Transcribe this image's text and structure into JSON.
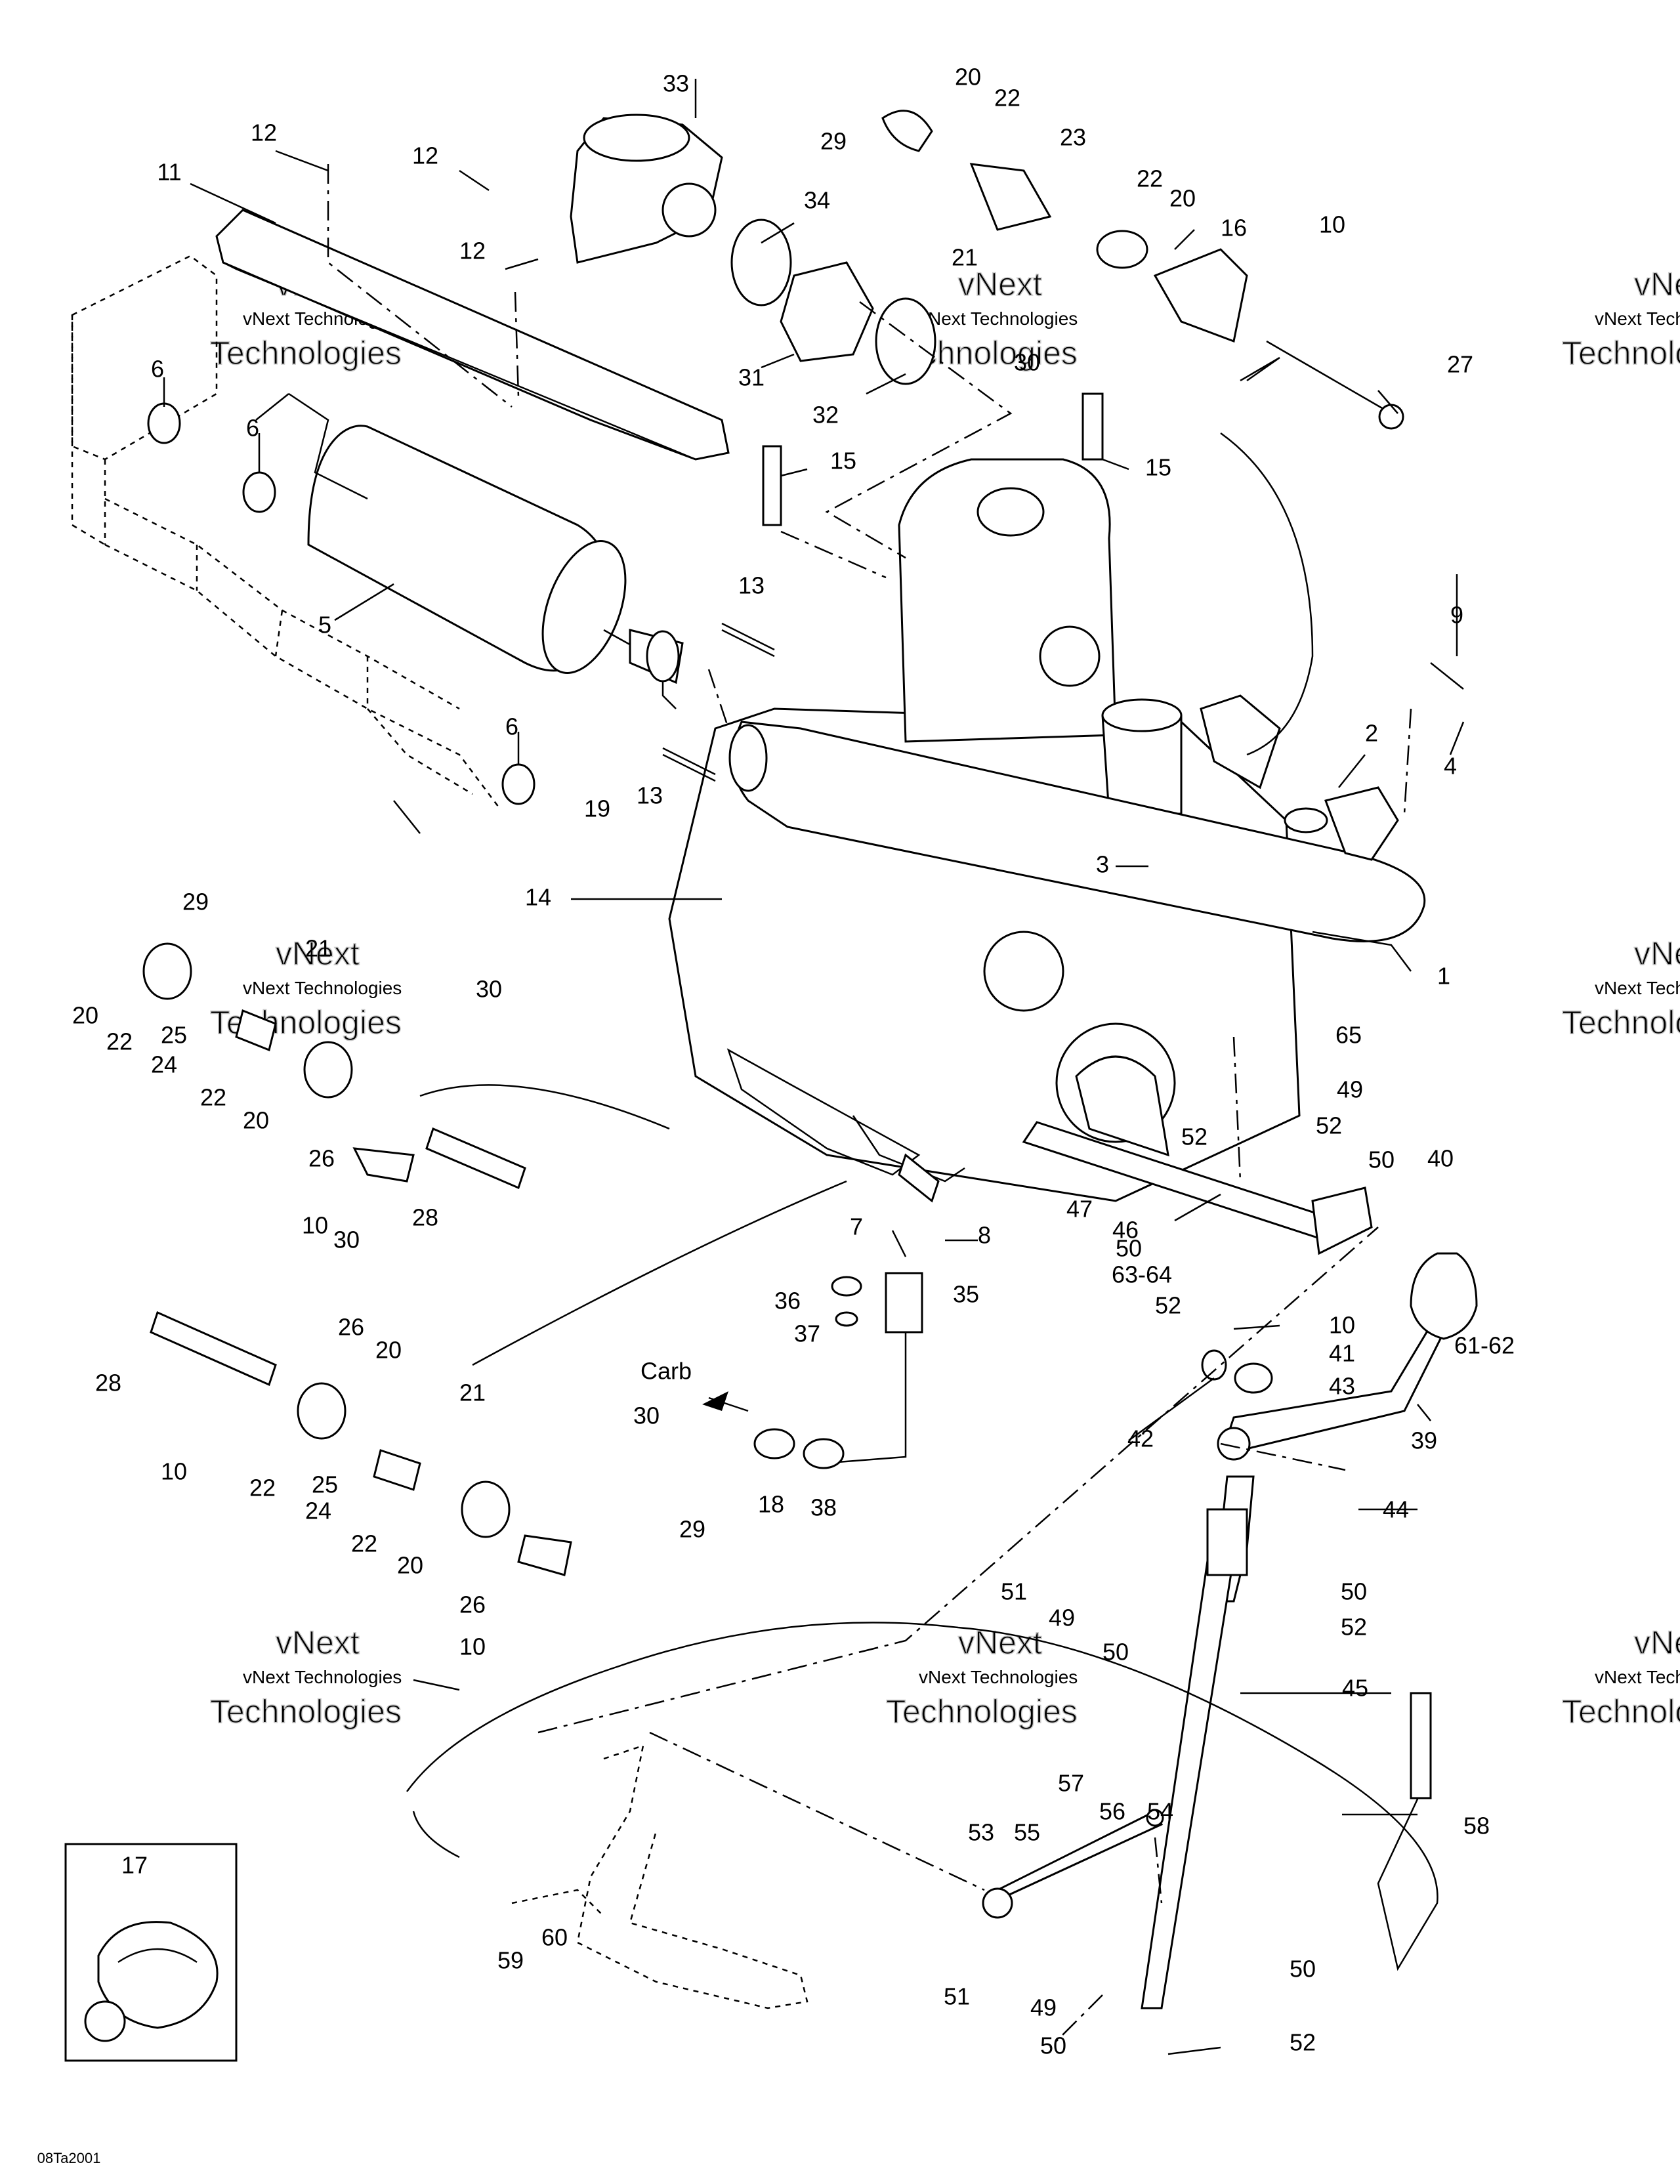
{
  "watermark": {
    "line1": "vNext",
    "line2": "vNext Technologies",
    "line3": "Technologies"
  },
  "figure_code": "08Ta2001",
  "carb_label": "Carb",
  "labels": [
    {
      "id": "1",
      "text": "1"
    },
    {
      "id": "2",
      "text": "2"
    },
    {
      "id": "3",
      "text": "3"
    },
    {
      "id": "4",
      "text": "4"
    },
    {
      "id": "5",
      "text": "5"
    },
    {
      "id": "6a",
      "text": "6"
    },
    {
      "id": "6b",
      "text": "6"
    },
    {
      "id": "6c",
      "text": "6"
    },
    {
      "id": "7",
      "text": "7"
    },
    {
      "id": "8",
      "text": "8"
    },
    {
      "id": "9",
      "text": "9"
    },
    {
      "id": "10a",
      "text": "10"
    },
    {
      "id": "10b",
      "text": "10"
    },
    {
      "id": "10c",
      "text": "10"
    },
    {
      "id": "10d",
      "text": "10"
    },
    {
      "id": "10e",
      "text": "10"
    },
    {
      "id": "11",
      "text": "11"
    },
    {
      "id": "12a",
      "text": "12"
    },
    {
      "id": "12b",
      "text": "12"
    },
    {
      "id": "12c",
      "text": "12"
    },
    {
      "id": "13a",
      "text": "13"
    },
    {
      "id": "13b",
      "text": "13"
    },
    {
      "id": "14",
      "text": "14"
    },
    {
      "id": "15a",
      "text": "15"
    },
    {
      "id": "15b",
      "text": "15"
    },
    {
      "id": "16",
      "text": "16"
    },
    {
      "id": "17",
      "text": "17"
    },
    {
      "id": "18",
      "text": "18"
    },
    {
      "id": "19",
      "text": "19"
    },
    {
      "id": "20a",
      "text": "20"
    },
    {
      "id": "20b",
      "text": "20"
    },
    {
      "id": "20c",
      "text": "20"
    },
    {
      "id": "20d",
      "text": "20"
    },
    {
      "id": "20e",
      "text": "20"
    },
    {
      "id": "20f",
      "text": "20"
    },
    {
      "id": "21a",
      "text": "21"
    },
    {
      "id": "21b",
      "text": "21"
    },
    {
      "id": "21c",
      "text": "21"
    },
    {
      "id": "22a",
      "text": "22"
    },
    {
      "id": "22b",
      "text": "22"
    },
    {
      "id": "22c",
      "text": "22"
    },
    {
      "id": "22d",
      "text": "22"
    },
    {
      "id": "22e",
      "text": "22"
    },
    {
      "id": "22f",
      "text": "22"
    },
    {
      "id": "23",
      "text": "23"
    },
    {
      "id": "24a",
      "text": "24"
    },
    {
      "id": "24b",
      "text": "24"
    },
    {
      "id": "25a",
      "text": "25"
    },
    {
      "id": "25b",
      "text": "25"
    },
    {
      "id": "26a",
      "text": "26"
    },
    {
      "id": "26b",
      "text": "26"
    },
    {
      "id": "26c",
      "text": "26"
    },
    {
      "id": "27",
      "text": "27"
    },
    {
      "id": "28a",
      "text": "28"
    },
    {
      "id": "28b",
      "text": "28"
    },
    {
      "id": "29a",
      "text": "29"
    },
    {
      "id": "29b",
      "text": "29"
    },
    {
      "id": "29c",
      "text": "29"
    },
    {
      "id": "30a",
      "text": "30"
    },
    {
      "id": "30b",
      "text": "30"
    },
    {
      "id": "30c",
      "text": "30"
    },
    {
      "id": "30d",
      "text": "30"
    },
    {
      "id": "31",
      "text": "31"
    },
    {
      "id": "32",
      "text": "32"
    },
    {
      "id": "33",
      "text": "33"
    },
    {
      "id": "34",
      "text": "34"
    },
    {
      "id": "35",
      "text": "35"
    },
    {
      "id": "36",
      "text": "36"
    },
    {
      "id": "37",
      "text": "37"
    },
    {
      "id": "38",
      "text": "38"
    },
    {
      "id": "39",
      "text": "39"
    },
    {
      "id": "40",
      "text": "40"
    },
    {
      "id": "41",
      "text": "41"
    },
    {
      "id": "42",
      "text": "42"
    },
    {
      "id": "43",
      "text": "43"
    },
    {
      "id": "44",
      "text": "44"
    },
    {
      "id": "45",
      "text": "45"
    },
    {
      "id": "46",
      "text": "46"
    },
    {
      "id": "47",
      "text": "47"
    },
    {
      "id": "49a",
      "text": "49"
    },
    {
      "id": "49b",
      "text": "49"
    },
    {
      "id": "49c",
      "text": "49"
    },
    {
      "id": "50a",
      "text": "50"
    },
    {
      "id": "50b",
      "text": "50"
    },
    {
      "id": "50c",
      "text": "50"
    },
    {
      "id": "50d",
      "text": "50"
    },
    {
      "id": "50e",
      "text": "50"
    },
    {
      "id": "50f",
      "text": "50"
    },
    {
      "id": "51a",
      "text": "51"
    },
    {
      "id": "51b",
      "text": "51"
    },
    {
      "id": "52a",
      "text": "52"
    },
    {
      "id": "52b",
      "text": "52"
    },
    {
      "id": "52c",
      "text": "52"
    },
    {
      "id": "52d",
      "text": "52"
    },
    {
      "id": "52e",
      "text": "52"
    },
    {
      "id": "53",
      "text": "53"
    },
    {
      "id": "54",
      "text": "54"
    },
    {
      "id": "55",
      "text": "55"
    },
    {
      "id": "56",
      "text": "56"
    },
    {
      "id": "57",
      "text": "57"
    },
    {
      "id": "58",
      "text": "58"
    },
    {
      "id": "59",
      "text": "59"
    },
    {
      "id": "60",
      "text": "60"
    },
    {
      "id": "61-62",
      "text": "61-62"
    },
    {
      "id": "63-64",
      "text": "63-64"
    },
    {
      "id": "65",
      "text": "65"
    }
  ]
}
